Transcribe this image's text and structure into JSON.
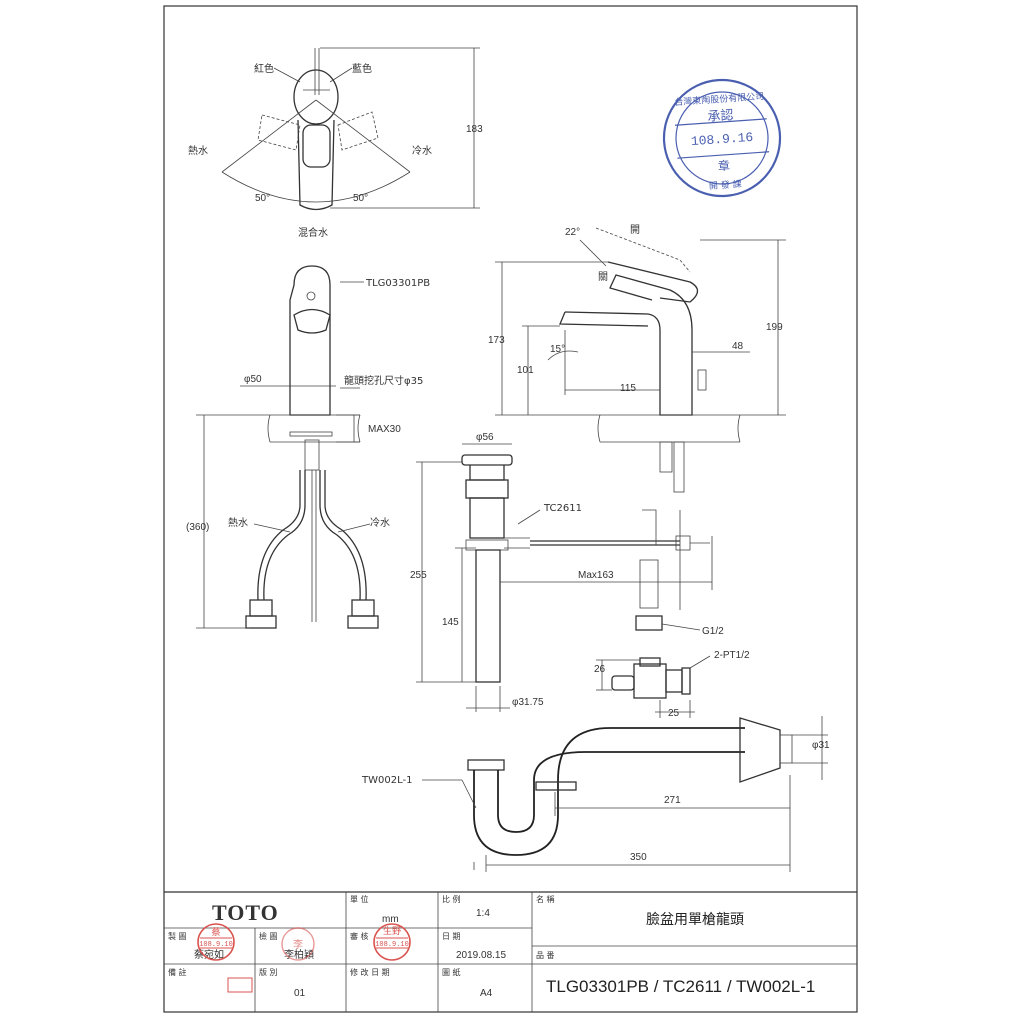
{
  "labels": {
    "red": "紅色",
    "blue": "藍色",
    "hot_top": "熱水",
    "cold_top": "冷水",
    "angle_left": "50°",
    "angle_right": "50°",
    "mixed": "混合水",
    "h183": "183",
    "model_faucet": "TLG03301PB",
    "d50": "φ50",
    "hole": "龍頭挖孔尺寸φ35",
    "max30": "MAX30",
    "h360": "(360)",
    "hot_mid": "熱水",
    "cold_mid": "冷水",
    "a22": "22°",
    "open": "開",
    "close": "關",
    "h199": "199",
    "h173": "173",
    "a15": "15°",
    "h101": "101",
    "w48": "48",
    "w115": "115",
    "d56": "φ56",
    "model_drain": "TC2611",
    "h255": "255",
    "max163": "Max163",
    "h145": "145",
    "g12": "G1/2",
    "h26": "26",
    "pt12": "2-PT1/2",
    "w25": "25",
    "d3175": "φ31.75",
    "model_trap": "TW002L-1",
    "d31": "φ31",
    "w271": "271",
    "w350": "350"
  },
  "stamp_approval": {
    "ring": "台灣東陶股份有限公司",
    "title": "承認",
    "date": "108.9.16",
    "seal": "章",
    "bottom": "開 發 課"
  },
  "title_block": {
    "logo": "TOTO",
    "unit_label": "單 位",
    "unit_value": "mm",
    "scale_label": "比 例",
    "scale_value": "1:4",
    "name_label": "名 稱",
    "name_value": "臉盆用單槍龍頭",
    "drawn_label": "製 圖",
    "drawn_value": "蔡宛如",
    "drawn_stamp_name": "蔡",
    "drawn_stamp_date": "108.9.10",
    "check_label": "檢 圖",
    "check_value": "李柏穎",
    "check_stamp_name": "李",
    "review_label": "審 核",
    "review_stamp_name": "生野",
    "review_stamp_date": "108.9.10",
    "date_label": "日 期",
    "date_value": "2019.08.15",
    "part_label": "品 番",
    "remark_label": "備 註",
    "class_label": "版 別",
    "class_value": "01",
    "revdate_label": "修 改 日 期",
    "paper_label": "圖 紙",
    "paper_value": "A4",
    "model_value": "TLG03301PB / TC2611 / TW002L-1"
  }
}
